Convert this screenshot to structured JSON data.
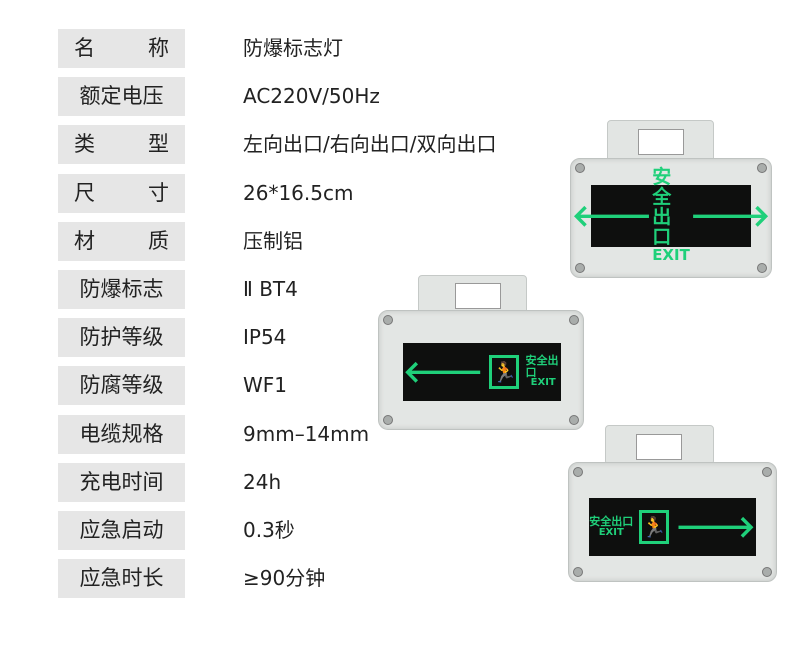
{
  "specs": [
    {
      "label": [
        "名",
        "称"
      ],
      "value": "防爆标志灯"
    },
    {
      "label": [
        "额定电压"
      ],
      "value": "AC220V/50Hz"
    },
    {
      "label": [
        "类",
        "型"
      ],
      "value": "左向出口/右向出口/双向出口"
    },
    {
      "label": [
        "尺",
        "寸"
      ],
      "value": "26*16.5cm"
    },
    {
      "label": [
        "材",
        "质"
      ],
      "value": "压制铝"
    },
    {
      "label": [
        "防爆标志"
      ],
      "value": "Ⅱ BT4"
    },
    {
      "label": [
        "防护等级"
      ],
      "value": "IP54"
    },
    {
      "label": [
        "防腐等级"
      ],
      "value": "WF1"
    },
    {
      "label": [
        "电缆规格"
      ],
      "value": "9mm–14mm"
    },
    {
      "label": [
        "充电时间"
      ],
      "value": "24h"
    },
    {
      "label": [
        "应急启动"
      ],
      "value": "0.3秒"
    },
    {
      "label": [
        "应急时长"
      ],
      "value": "≥90分钟"
    }
  ],
  "lamps": {
    "sign_cn": "安全出口",
    "sign_en": "EXIT",
    "left_arrow": "🡐",
    "right_arrow": "🡒",
    "man": "🏃"
  },
  "colors": {
    "sign_green": "#1fd07a",
    "label_bg": "#e6e6e6"
  }
}
